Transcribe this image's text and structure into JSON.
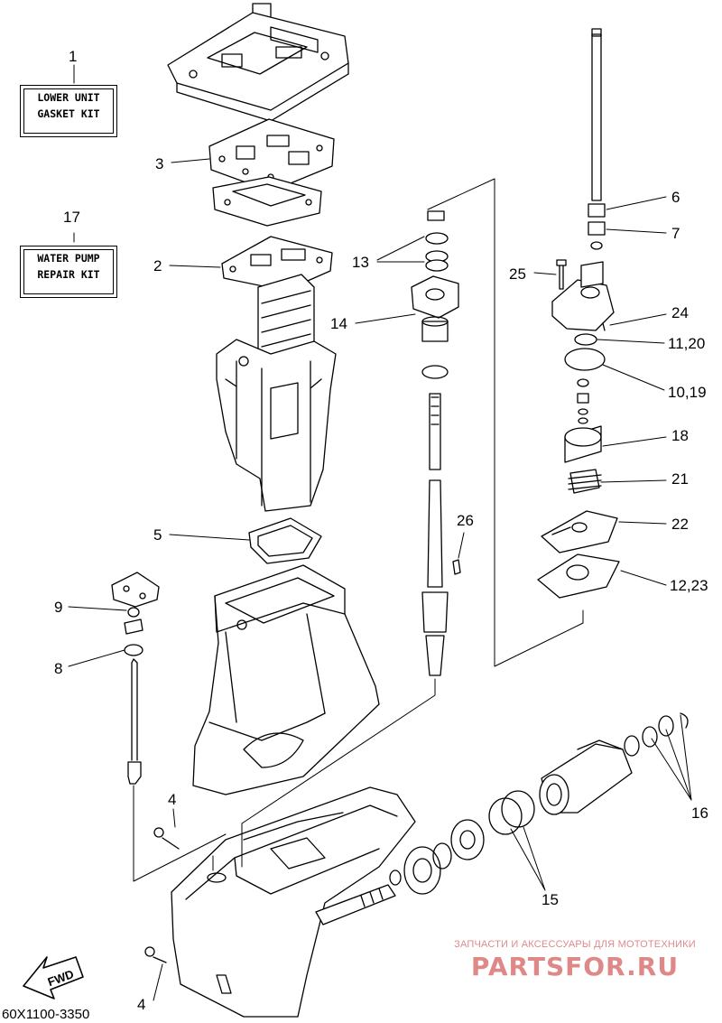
{
  "kits": {
    "lower_unit": {
      "number": "1",
      "line1": "LOWER UNIT",
      "line2": "GASKET KIT"
    },
    "water_pump": {
      "number": "17",
      "line1": "WATER PUMP",
      "line2": "REPAIR KIT"
    }
  },
  "callouts": {
    "c3": "3",
    "c2": "2",
    "c5": "5",
    "c9": "9",
    "c8": "8",
    "c4a": "4",
    "c4b": "4",
    "c13": "13",
    "c14": "14",
    "c26": "26",
    "c6": "6",
    "c7": "7",
    "c25": "25",
    "c24": "24",
    "c11_20": "11,20",
    "c10_19": "10,19",
    "c18": "18",
    "c21": "21",
    "c22": "22",
    "c12_23": "12,23",
    "c16": "16",
    "c15": "15"
  },
  "fwd": "FWD",
  "part_number": "60X1100-3350",
  "watermark": {
    "line1": "ЗАПЧАСТИ И АКСЕССУАРЫ ДЛЯ МОТОТЕХНИКИ",
    "line2": "PARTSFOR.RU"
  },
  "colors": {
    "ink": "#000000",
    "watermark": "#c62828",
    "paper": "#ffffff"
  }
}
